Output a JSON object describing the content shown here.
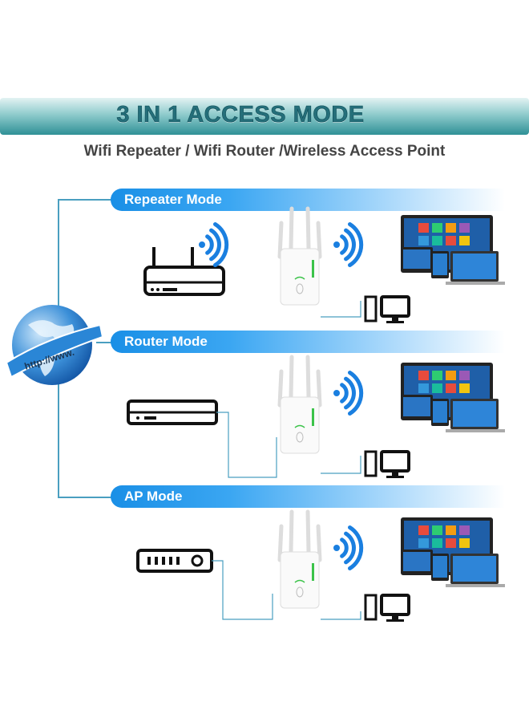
{
  "header": {
    "title": "3 IN 1 ACCESS MODE",
    "subtitle": "Wifi Repeater / Wifi Router /Wireless Access Point"
  },
  "globe": {
    "label": "http://www."
  },
  "modes": [
    {
      "label": "Repeater Mode",
      "source_device": "wireless-router"
    },
    {
      "label": "Router Mode",
      "source_device": "modem"
    },
    {
      "label": "AP Mode",
      "source_device": "ethernet-switch"
    }
  ],
  "colors": {
    "accent": "#1a8fe6",
    "wifi": "#1a7fe0",
    "header": "#2f9096",
    "led": "#3cc34a"
  }
}
